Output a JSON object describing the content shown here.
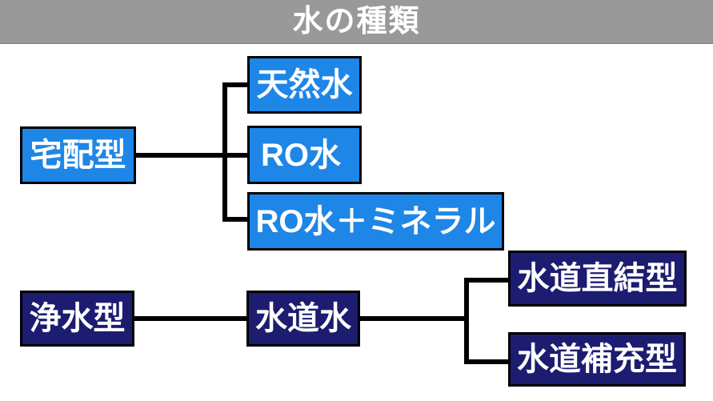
{
  "header": {
    "title": "水の種類"
  },
  "colors": {
    "header_bg": "#999999",
    "title_text": "#ffffff",
    "box_blue": "#1e86e6",
    "box_navy": "#1c1c70",
    "line": "#000000",
    "box_text": "#ffffff",
    "canvas_bg": "#ffffff"
  },
  "diagram": {
    "nodes": {
      "takuhai": {
        "label": "宅配型",
        "category": "delivery",
        "color": "#1e86e6"
      },
      "tennensui": {
        "label": "天然水",
        "category": "delivery",
        "color": "#1e86e6"
      },
      "ro": {
        "label": "RO水",
        "category": "delivery",
        "color": "#1e86e6"
      },
      "ro_mineral": {
        "label": "RO水＋ミネラル",
        "category": "delivery",
        "color": "#1e86e6"
      },
      "josui": {
        "label": "浄水型",
        "category": "purifier",
        "color": "#1c1c70"
      },
      "suidosui": {
        "label": "水道水",
        "category": "purifier",
        "color": "#1c1c70"
      },
      "chokketsu": {
        "label": "水道直結型",
        "category": "purifier",
        "color": "#1c1c70"
      },
      "hoju": {
        "label": "水道補充型",
        "category": "purifier",
        "color": "#1c1c70"
      }
    },
    "edges": [
      {
        "from": "宅配型",
        "to": "天然水"
      },
      {
        "from": "宅配型",
        "to": "RO水"
      },
      {
        "from": "宅配型",
        "to": "RO水＋ミネラル"
      },
      {
        "from": "浄水型",
        "to": "水道水"
      },
      {
        "from": "水道水",
        "to": "水道直結型"
      },
      {
        "from": "水道水",
        "to": "水道補充型"
      }
    ]
  }
}
